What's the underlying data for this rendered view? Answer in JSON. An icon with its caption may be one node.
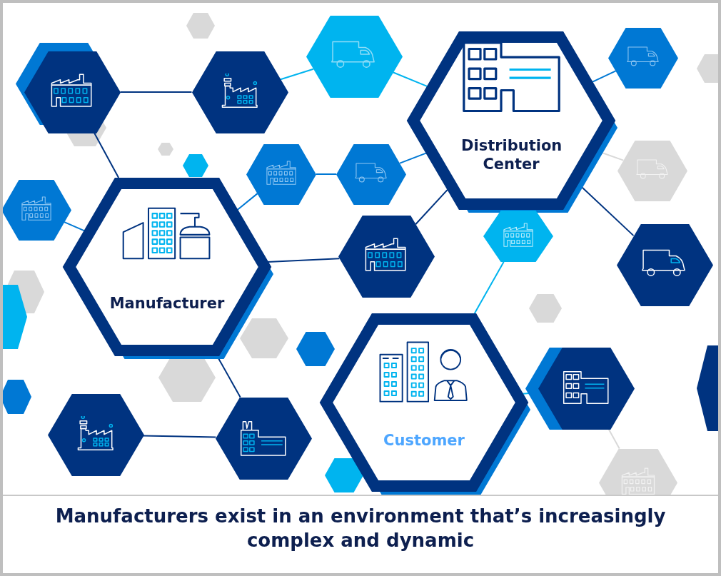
{
  "diagram": {
    "caption": "Manufacturers exist in an environment that’s increasingly complex and dynamic",
    "nodes": [
      {
        "text": [],
        "shape": "picture"
      },
      {
        "text": [],
        "shape": "picture"
      },
      {
        "text": [],
        "shape": "picture"
      },
      {
        "text": [],
        "shape": "picture"
      },
      {
        "text": [
          "Distribution Center"
        ]
      },
      {
        "text": [],
        "shape": "picture"
      },
      {
        "text": [],
        "shape": "picture"
      },
      {
        "text": [],
        "shape": "picture"
      },
      {
        "text": [],
        "shape": "picture"
      },
      {
        "text": [],
        "shape": "picture"
      },
      {
        "text": [
          "Manufacturer"
        ]
      },
      {
        "text": [],
        "shape": "picture"
      },
      {
        "text": [],
        "shape": "picture"
      },
      {
        "text": [
          "Customer"
        ]
      },
      {
        "text": [],
        "shape": "picture"
      },
      {
        "text": [],
        "shape": "picture"
      },
      {
        "text": [],
        "shape": "picture"
      },
      {
        "text": [],
        "shape": "picture"
      }
    ],
    "edges": [
      {
        "from": 0,
        "to": 3,
        "arrow": "none"
      },
      {
        "from": 0,
        "to": 10,
        "arrow": "none"
      },
      {
        "from": 3,
        "to": 1,
        "arrow": "none",
        "color": "#00b4ef"
      },
      {
        "from": 1,
        "to": 4,
        "arrow": "none",
        "color": "#00b4ef"
      },
      {
        "from": 5,
        "to": 6,
        "arrow": "none",
        "color": "#0078d4"
      },
      {
        "from": 6,
        "to": 4,
        "arrow": "none",
        "color": "#0078d4"
      },
      {
        "from": 4,
        "to": 2,
        "arrow": "none",
        "color": "#0078d4"
      },
      {
        "from": 4,
        "to": 7,
        "arrow": "none",
        "color": "#d9d9d9"
      },
      {
        "from": 4,
        "to": 12,
        "arrow": "none"
      },
      {
        "from": 10,
        "to": 11,
        "arrow": "none"
      },
      {
        "from": 11,
        "to": 4,
        "arrow": "none"
      },
      {
        "from": 8,
        "to": 10,
        "arrow": "none",
        "color": "#0078d4"
      },
      {
        "from": 5,
        "to": 10,
        "arrow": "none",
        "color": "#0078d4"
      },
      {
        "from": 9,
        "to": 13,
        "arrow": "none",
        "color": "#00b4ef"
      },
      {
        "from": 10,
        "to": 16,
        "arrow": "none"
      },
      {
        "from": 15,
        "to": 16,
        "arrow": "none"
      },
      {
        "from": 13,
        "to": 14,
        "arrow": "none",
        "color": "#00b4ef"
      },
      {
        "from": 14,
        "to": 17,
        "arrow": "none",
        "color": "#d9d9d9"
      }
    ]
  }
}
